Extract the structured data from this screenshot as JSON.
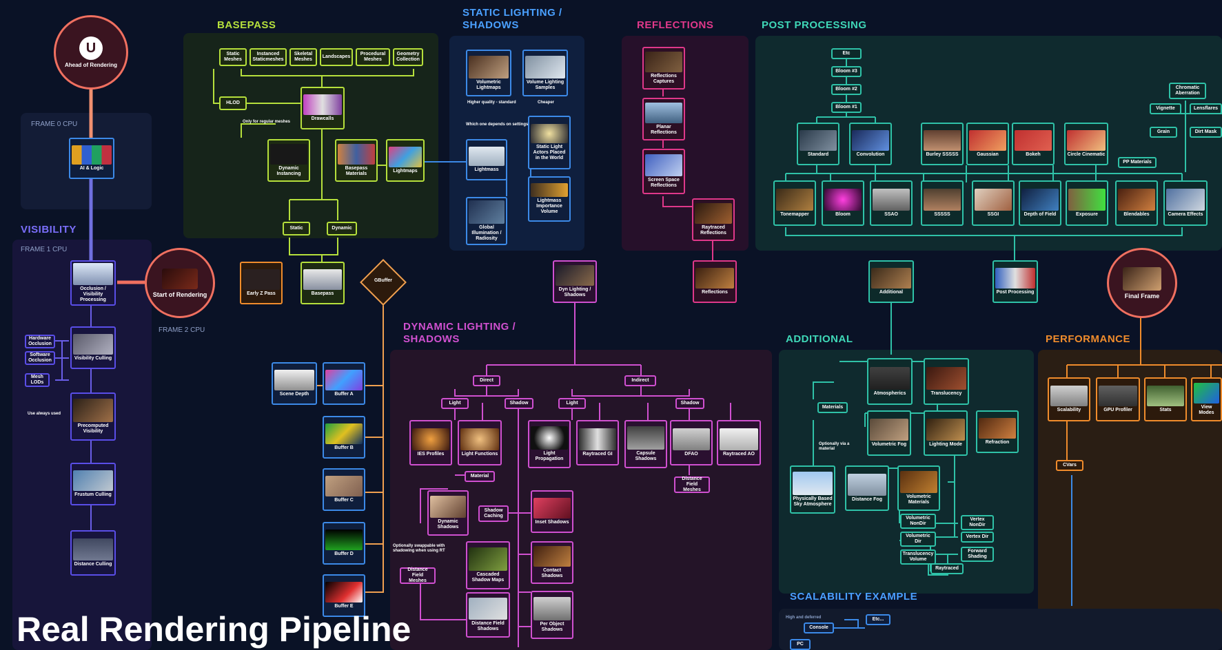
{
  "colors": {
    "basepass": "#b6e03c",
    "static_lighting": "#3c8ae8",
    "reflections": "#e0388a",
    "post": "#2fc2a8",
    "visibility": "#5a4ee8",
    "performance": "#f08c2c",
    "dynamic": "#d050d0",
    "main_line": "#f0a050"
  },
  "sections": {
    "basepass": "BASEPASS",
    "static_lighting_l1": "STATIC LIGHTING /",
    "static_lighting_l2": "SHADOWS",
    "reflections": "REFLECTIONS",
    "post_processing": "POST PROCESSING",
    "visibility": "VISIBILITY",
    "dynamic_l1": "DYNAMIC LIGHTING /",
    "dynamic_l2": "SHADOWS",
    "additional": "ADDITIONAL",
    "performance": "PERFORMANCE",
    "scalability_example": "SCALABILITY EXAMPLE"
  },
  "frames": {
    "frame0": "FRAME 0 CPU",
    "frame1": "FRAME 1 CPU",
    "frame2": "FRAME 2 CPU"
  },
  "main": {
    "ahead": "Ahead of Rendering",
    "ai_logic": "AI & Logic",
    "start": "Start of Rendering",
    "early_z": "Early Z Pass",
    "basepass": "Basepass",
    "gbuffer": "GBuffer",
    "dyn_lighting": "Dyn Lighting / Shadows",
    "reflections": "Reflections",
    "additional": "Additional",
    "post_processing": "Post Processing",
    "final_frame": "Final Frame"
  },
  "visibility": {
    "occlusion": "Occlusion / Visibility Processing",
    "hardware_occ": "Hardware Occlusion",
    "software_occ": "Software Occlusion",
    "mesh_lods": "Mesh LODs",
    "vis_culling": "Visibility Culling",
    "precomputed": "Precomputed Visibility",
    "use_always": "Use always used",
    "frustum": "Frustum Culling",
    "distance": "Distance Culling"
  },
  "basepass_nodes": {
    "static": "Static Meshes",
    "instanced": "Instanced Staticmeshes",
    "skeletal": "Skeletal Meshes",
    "landscapes": "Landscapes",
    "procedural": "Procedural Meshes",
    "geometry": "Geometry Collection",
    "hlod": "HLOD",
    "drawcalls": "Drawcalls",
    "only_regular": "Only for regular meshes",
    "dyn_instancing": "Dynamic Instancing",
    "bp_materials": "Basepass Materials",
    "lightmaps": "Lightmaps",
    "static_pill": "Static",
    "dynamic_pill": "Dynamic"
  },
  "static_nodes": {
    "vol_lightmaps": "Volumetric Lightmaps",
    "vol_samples": "Volume Lighting Samples",
    "higher_quality": "Higher quality - standard",
    "cheaper": "Cheaper",
    "which_use": "Which one depends on settings",
    "static_light": "Static Light Actors Placed in the World",
    "lightmass": "Lightmass",
    "gi": "Global Illumination / Radiosity",
    "importance": "Lightmass Importance Volume"
  },
  "reflection_nodes": {
    "captures": "Reflections Captures",
    "planar": "Planar Reflections",
    "ssr": "Screen Space Reflections",
    "raytraced": "Raytraced Reflections"
  },
  "post_nodes": {
    "etc": "Etc",
    "bloom3": "Bloom #3",
    "bloom2": "Bloom #2",
    "bloom1": "Bloom #1",
    "standard": "Standard",
    "convolution": "Convolution",
    "burley": "Burley SSSSS",
    "gaussian": "Gaussian",
    "bokeh": "Bokeh",
    "circle": "Circle Cinematic",
    "chromatic": "Chromatic Aberration",
    "vignette": "Vignette",
    "lensflares": "Lensflares",
    "grain": "Grain",
    "dirt": "Dirt Mask",
    "pp_materials": "PP Materials",
    "tonemapper": "Tonemapper",
    "bloom": "Bloom",
    "ssao": "SSAO",
    "sssss": "SSSSS",
    "ssgi": "SSGI",
    "dof": "Depth of Field",
    "exposure": "Exposure",
    "blendables": "Blendables",
    "camera_effects": "Camera Effects"
  },
  "gbuffer_nodes": {
    "scene_depth": "Scene Depth",
    "buffer_a": "Buffer A",
    "buffer_b": "Buffer B",
    "buffer_c": "Buffer C",
    "buffer_d": "Buffer D",
    "buffer_e": "Buffer E"
  },
  "dynamic_nodes": {
    "direct": "Direct",
    "indirect": "Indirect",
    "light1": "Light",
    "shadow1": "Shadow",
    "light2": "Light",
    "shadow2": "Shadow",
    "ies": "IES Profiles",
    "light_functions": "Light Functions",
    "material": "Material",
    "light_prop": "Light Propagation",
    "raytraced_gi": "Raytraced GI",
    "capsule": "Capsule Shadows",
    "dfao": "DFAO",
    "raytraced_ao": "Raytraced AO",
    "distance_field_meshes": "Distance Field Meshes",
    "dyn_shadows": "Dynamic Shadows",
    "shadow_caching": "Shadow Caching",
    "inset": "Inset Shadows",
    "cascaded": "Cascaded Shadow Maps",
    "contact": "Contact Shadows",
    "optionally": "Optionally swappable with shadowing when using RT",
    "df_meshes_left": "Distance Field Meshes",
    "df_shadows": "Distance Field Shadows",
    "per_object": "Per Object Shadows"
  },
  "additional_nodes": {
    "atmospherics": "Atmospherics",
    "translucency": "Translucency",
    "materials": "Materials",
    "optionally": "Optionally via a material",
    "vol_fog": "Volumetric Fog",
    "lighting_mode": "Lighting Mode",
    "refraction": "Refraction",
    "sky": "Physically Based Sky Atmosphere",
    "dist_fog": "Distance Fog",
    "vol_materials": "Volumetric Materials",
    "vol_nondir": "Volumetric NonDir",
    "vol_dir": "Volumetric Dir",
    "trans_volume": "Translucency Volume",
    "vertex_nondir": "Vertex NonDir",
    "vertex_dir": "Vertex Dir",
    "forward": "Forward Shading",
    "raytraced": "Raytraced"
  },
  "performance_nodes": {
    "scalability": "Scalability",
    "gpu_profiler": "GPU Profiler",
    "stats": "Stats",
    "view_modes": "View Modes",
    "cvars": "CVars"
  },
  "scalability_nodes": {
    "high": "High and deferred",
    "console": "Console",
    "etc": "Etc...",
    "pc": "PC"
  },
  "footer_title": "Real Rendering Pipeline"
}
